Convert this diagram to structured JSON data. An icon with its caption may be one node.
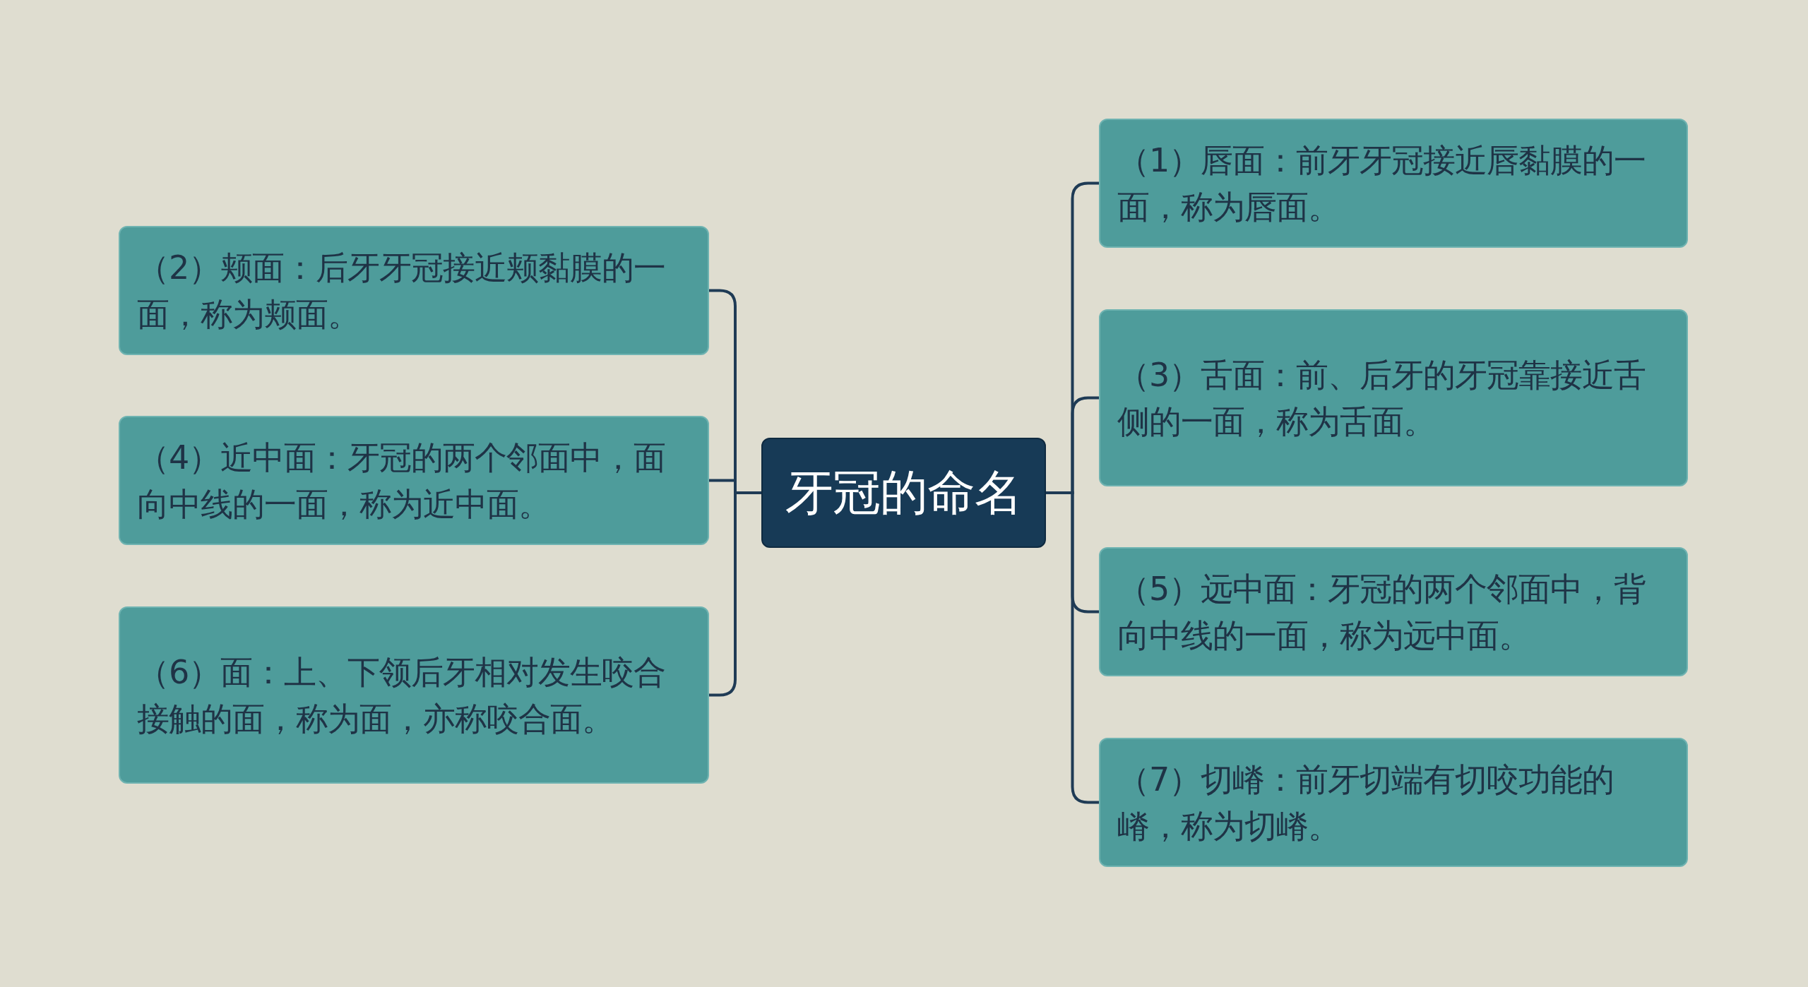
{
  "diagram": {
    "nodes": [
      {
        "text": [
          "牙冠的命名"
        ]
      },
      {
        "text": [
          "（1）唇面：前牙牙冠接近唇黏膜的一面，称为唇面。"
        ]
      },
      {
        "text": [
          "（2）颊面：后牙牙冠接近颊黏膜的一面，称为颊面。"
        ]
      },
      {
        "text": [
          "（3）舌面：前、后牙的牙冠靠接近舌侧的一面，称为舌面。"
        ]
      },
      {
        "text": [
          "（4）近中面：牙冠的两个邻面中，面向中线的一面，称为近中面。"
        ]
      },
      {
        "text": [
          "（5）远中面：牙冠的两个邻面中，背向中线的一面，称为远中面。"
        ]
      },
      {
        "text": [
          "（6）面：上、下领后牙相对发生咬合接触的面，称为面，亦称咬合面。"
        ]
      },
      {
        "text": [
          "（7）切嵴：前牙切端有切咬功能的嵴，称为切嵴。"
        ]
      }
    ],
    "edges": [
      {
        "from": 0,
        "to": 1,
        "arrow": "none"
      },
      {
        "from": 0,
        "to": 2,
        "arrow": "none"
      },
      {
        "from": 0,
        "to": 3,
        "arrow": "none"
      },
      {
        "from": 0,
        "to": 4,
        "arrow": "none"
      },
      {
        "from": 0,
        "to": 5,
        "arrow": "none"
      },
      {
        "from": 0,
        "to": 6,
        "arrow": "none"
      },
      {
        "from": 0,
        "to": 7,
        "arrow": "none"
      }
    ]
  }
}
